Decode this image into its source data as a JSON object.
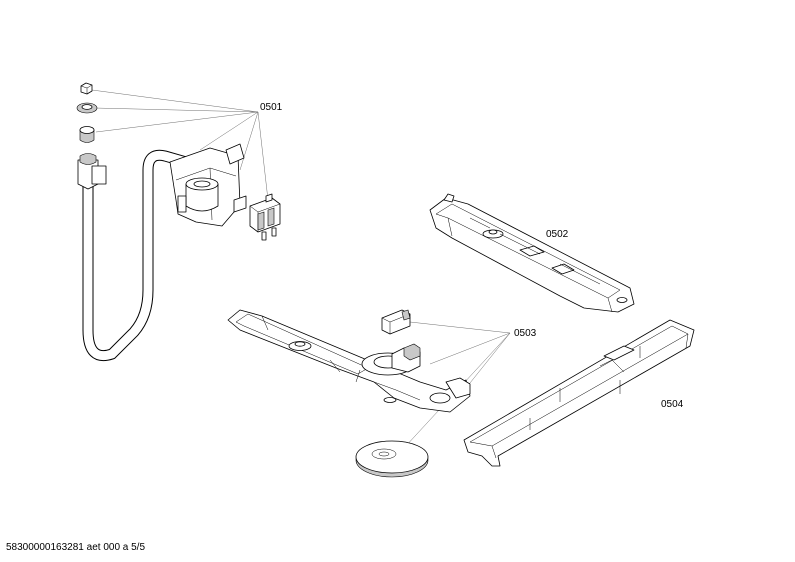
{
  "callouts": {
    "c0501": "0501",
    "c0502": "0502",
    "c0503": "0503",
    "c0504": "0504"
  },
  "footer": {
    "document_id": "58300000163281 aet 000 a 5/5"
  }
}
